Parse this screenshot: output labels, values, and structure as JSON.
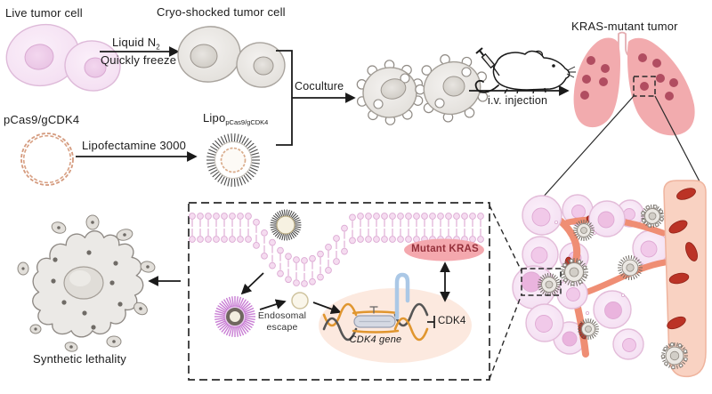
{
  "workflow": {
    "live_cell_label": "Live tumor cell",
    "freeze_arrow_top": "Liquid N",
    "freeze_arrow_top_sub": "2",
    "freeze_arrow_bottom": "Quickly freeze",
    "cryo_cell_label": "Cryo-shocked tumor cell",
    "plasmid_label": "pCas9/gCDK4",
    "transfection_arrow_label": "Lipofectamine 3000",
    "liposome_label_main": "Lipo",
    "liposome_label_sub": "pCas9/gCDK4",
    "coculture_arrow_label": "Coculture",
    "injection_arrow_label": "i.v. injection",
    "tumor_label": "KRAS-mutant tumor"
  },
  "mechanism": {
    "endosomal_escape_line1": "Endosomal",
    "endosomal_escape_line2": "escape",
    "gene_label": "CDK4 gene",
    "protein_label": "CDK4",
    "kras_label": "Mutant KRAS",
    "outcome_label": "Synthetic lethality"
  },
  "colors": {
    "live_cell": "#f3ddf1",
    "cryo_cell": "#e2dfdb",
    "plasmid": "#d49a7e",
    "lung": "#f2abae",
    "tumor_nodule": "#b14d61",
    "vessel": "#f9d2c2",
    "red_blood_cell": "#bb3326",
    "capillary": "#ef8e74",
    "endosome": "#c97fd4",
    "membrane_lipid": "#e6bedd",
    "kras_ellipse": "#f4a8ae",
    "kras_text": "#942f3a",
    "dna_strand_orange": "#e0962f",
    "dna_strand_gray": "#555555",
    "cas9_block": "#d5d9e3",
    "grna": "#abc8e6",
    "text": "#1b1b1b"
  }
}
